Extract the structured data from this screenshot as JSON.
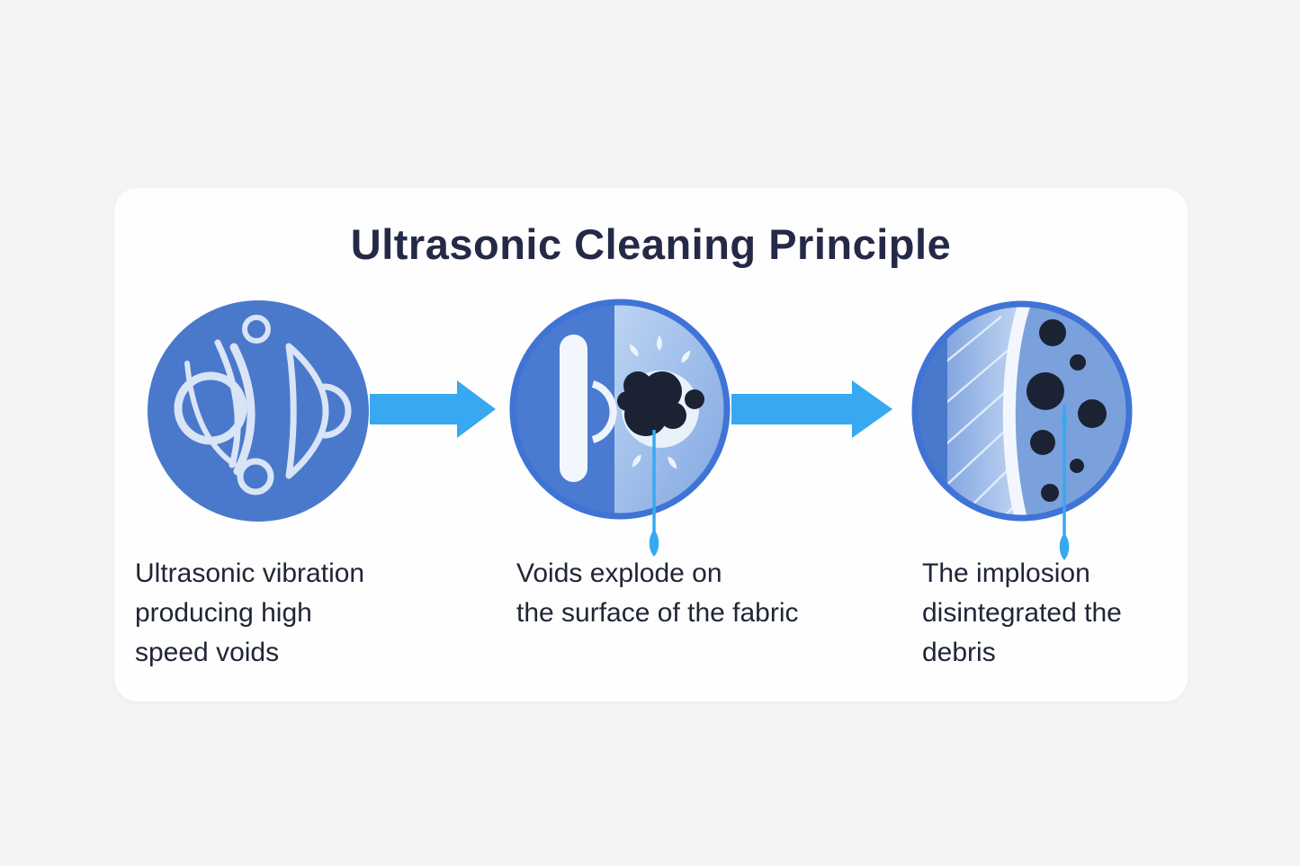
{
  "title": "Ultrasonic Cleaning Principle",
  "steps": [
    {
      "name": "ultrasonic-vibration",
      "icon": "transducer-voids-icon",
      "caption": "Ultrasonic vibration\nproducing high\nspeed voids"
    },
    {
      "name": "voids-explode",
      "icon": "void-explosion-icon",
      "caption": "Voids explode on\nthe surface of the fabric"
    },
    {
      "name": "implosion-disintegration",
      "icon": "debris-disintegration-icon",
      "caption": "The implosion\ndisintegrated the\ndebris"
    }
  ],
  "connectors": {
    "arrow_icon": "right-arrow-icon",
    "count": 2
  },
  "colors": {
    "background": "#f3f4f6",
    "card": "#fefefe",
    "title_text": "#242a46",
    "caption_text": "#202636",
    "arrow": "#38a8f0",
    "pointer": "#38a8f0",
    "circle_fill": "#4a79cc",
    "circle_fill_2": "#4a7bd0",
    "circle_border": "#3f74d6",
    "icon_stroke": "#d9e4f6",
    "light_half_start": "#bdd5f4",
    "light_half_end": "#7fa5e0",
    "fabric_panel_start": "#83a7e0",
    "fabric_panel_end": "#c6d9f5",
    "fabric_band": "#f3f7fd",
    "debris_field": "#7ba1dd",
    "blob": "#1b2233",
    "halo": "#e9f1fb"
  }
}
